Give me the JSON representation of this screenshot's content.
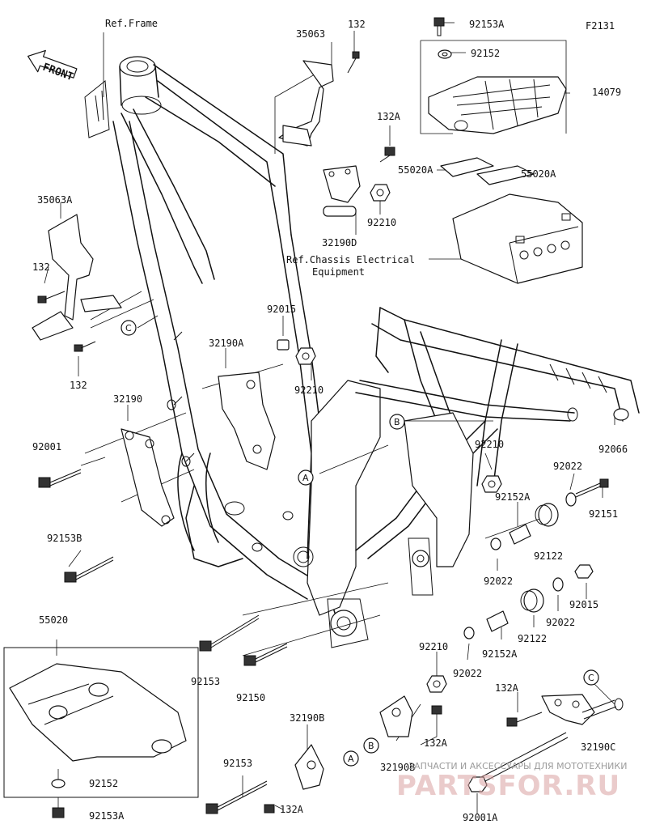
{
  "figure_code": "F2131",
  "front_label": "FRONT",
  "references": {
    "frame": "Ref.Frame",
    "chassis_electrical_line1": "Ref.Chassis Electrical",
    "chassis_electrical_line2": "Equipment"
  },
  "callouts": [
    "A",
    "B",
    "C"
  ],
  "parts": {
    "p35063": "35063",
    "p132_top": "132",
    "p92153A_top": "92153A",
    "p92152_top": "92152",
    "p14079": "14079",
    "p132A_top": "132A",
    "p55020A_left": "55020A",
    "p55020A_right": "55020A",
    "p32190D": "32190D",
    "p92210_top": "92210",
    "p35063A": "35063A",
    "p132_left": "132",
    "p132_left2": "132",
    "p92015_mid": "92015",
    "p32190A": "32190A",
    "p92210_mid": "92210",
    "p32190": "32190",
    "p92001": "92001",
    "p92153B": "92153B",
    "p92210_right": "92210",
    "p92066": "92066",
    "p92022_r1": "92022",
    "p92151": "92151",
    "p92152A_r1": "92152A",
    "p92122_r1": "92122",
    "p92022_r2": "92022",
    "p92015_right": "92015",
    "p92022_r3": "92022",
    "p92122_r2": "92122",
    "p92152A_r2": "92152A",
    "p92022_r4": "92022",
    "p55020": "55020",
    "p92153_left": "92153",
    "p92150": "92150",
    "p92210_bottom": "92210",
    "p132A_bottom1": "132A",
    "p132A_right": "132A",
    "p32190B": "32190B",
    "p32190B_b": "32190B",
    "p32190C": "32190C",
    "p92153_bottom": "92153",
    "p132A_bottom2": "132A",
    "p92152_bottom": "92152",
    "p92153A_bottom": "92153A",
    "p92001A": "92001A"
  },
  "watermark": {
    "tagline": "ЗАПЧАСТИ И АКСЕССУАРЫ ДЛЯ МОТОТЕХНИКИ",
    "brand": "PARTSFOR.RU"
  },
  "colors": {
    "line": "#111111",
    "watermark": "#d9a2a2"
  }
}
